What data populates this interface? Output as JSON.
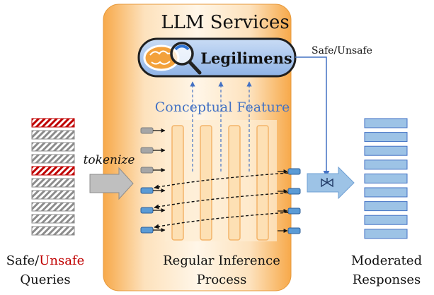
{
  "service_title": "LLM Services",
  "moderator_name": "Legilimens",
  "verdict_label": "Safe/Unsafe",
  "feature_label": "Conceptual Feature",
  "tokenize_label": "tokenize",
  "queries_label": {
    "part1": "Safe/",
    "part2": "Unsafe",
    "part3": "Queries"
  },
  "inference_label": {
    "line1": "Regular Inference",
    "line2": "Process"
  },
  "responses_label": {
    "line1": "Moderated",
    "line2": "Responses"
  },
  "query_stack": [
    "unsafe",
    "safe",
    "safe",
    "safe",
    "unsafe",
    "safe",
    "safe",
    "safe",
    "safe",
    "safe"
  ],
  "response_count": 9,
  "colors": {
    "accent_blue": "#4472c4",
    "unsafe_red": "#c00000",
    "service_orange": "#f8b460",
    "response_blue": "#9dc3e6"
  },
  "icons": [
    "brain-icon",
    "magnifier-icon",
    "valve-icon"
  ]
}
